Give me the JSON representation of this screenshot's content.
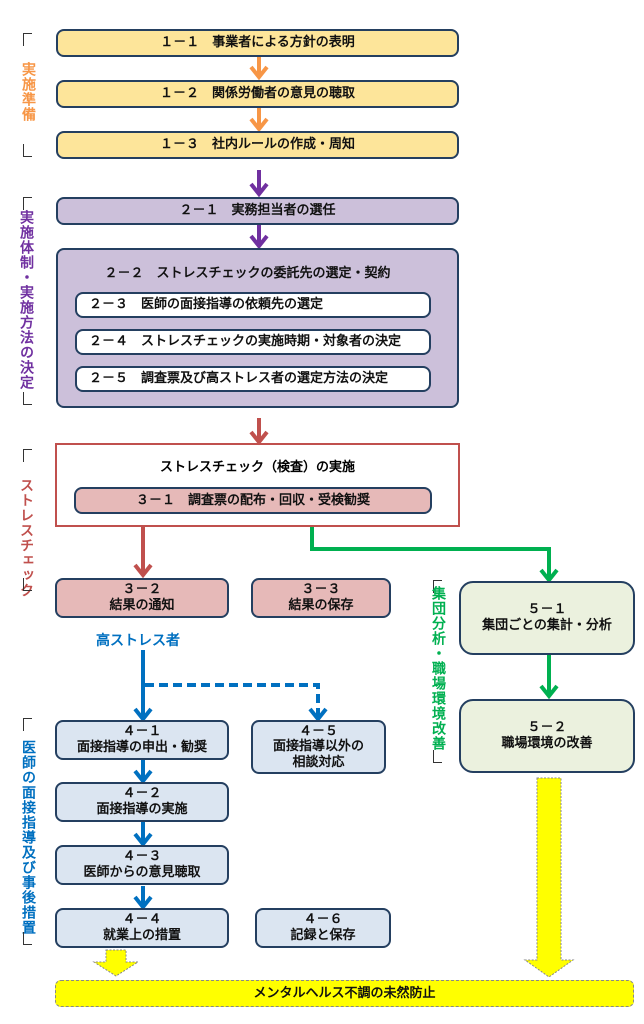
{
  "sections": {
    "prep": {
      "label": "実施準備",
      "color": "#f79646"
    },
    "system": {
      "label": "実施体制・実施方法の決定",
      "color": "#7030a0"
    },
    "stress": {
      "label": "ストレスチェック",
      "color": "#c0504d"
    },
    "doctor": {
      "label": "医師の面接指導及び事後措置",
      "color": "#0070c0"
    },
    "group": {
      "label": "集団分析・職場環境改善",
      "color": "#00b050"
    }
  },
  "steps": {
    "s1_1": "１－１　事業者による方針の表明",
    "s1_2": "１－２　関係労働者の意見の聴取",
    "s1_3": "１－３　社内ルールの作成・周知",
    "s2_1": "２－１　実務担当者の選任",
    "s2_2": "２－２　ストレスチェックの委託先の選定・契約",
    "s2_3": "２－３　医師の面接指導の依頼先の選定",
    "s2_4": "２－４　ストレスチェックの実施時期・対象者の決定",
    "s2_5": "２－５　調査票及び高ストレス者の選定方法の決定",
    "s3_title": "ストレスチェック（検査）の実施",
    "s3_1": "３－１　調査票の配布・回収・受検勧奨",
    "s3_2": {
      "num": "３－２",
      "text": "結果の通知"
    },
    "s3_3": {
      "num": "３－３",
      "text": "結果の保存"
    },
    "high_stress": "高ストレス者",
    "s4_1": {
      "num": "４－１",
      "text": "面接指導の申出・勧奨"
    },
    "s4_2": {
      "num": "４－２",
      "text": "面接指導の実施"
    },
    "s4_3": {
      "num": "４－３",
      "text": "医師からの意見聴取"
    },
    "s4_4": {
      "num": "４－４",
      "text": "就業上の措置"
    },
    "s4_5": {
      "num": "４－５",
      "text": "面接指導以外の",
      "text2": "相談対応"
    },
    "s4_6": {
      "num": "４－６",
      "text": "記録と保存"
    },
    "s5_1": {
      "num": "５－１",
      "text": "集団ごとの集計・分析"
    },
    "s5_2": {
      "num": "５－２",
      "text": "職場環境の改善"
    },
    "goal": "メンタルヘルス不調の未然防止"
  },
  "colors": {
    "box_border": "#243f60",
    "prep_fill": "#fde59a",
    "system_fill": "#ccc0da",
    "stress_fill": "#e6b9b8",
    "doctor_fill": "#dbe5f1",
    "group_fill": "#ebf1de",
    "goal_fill": "#ffff00"
  }
}
